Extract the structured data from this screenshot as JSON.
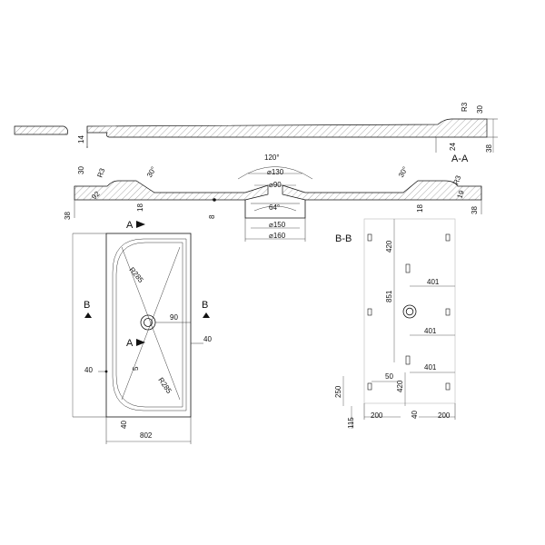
{
  "section_aa": {
    "label": "A-A",
    "dims": {
      "r3": "R3",
      "d30": "30",
      "d38": "38",
      "d24": "24",
      "d14": "14"
    }
  },
  "section_bb_profile": {
    "dims": {
      "d30": "30",
      "r3_left": "R3",
      "d92": "92",
      "ang30_left": "30°",
      "d18_left": "18",
      "d38_left": "38",
      "d8": "8",
      "ang120": "120°",
      "dia130": "⌀130",
      "dia90": "⌀90",
      "ang64": "64°",
      "dia150": "⌀150",
      "dia160": "⌀160",
      "ang30_right": "30°",
      "r3_right": "R3",
      "d18_right": "18",
      "d19": "19",
      "d38_right": "38"
    }
  },
  "plan_view": {
    "section_a": "A",
    "section_b": "B",
    "dims": {
      "r285_top": "R285",
      "r285_bottom": "R285",
      "d90": "90",
      "d40_right": "40",
      "d40_left": "40",
      "d5": "5",
      "d40_bottom": "40",
      "d802": "802"
    }
  },
  "section_bb": {
    "label": "B-B",
    "dims": {
      "d420_top": "420",
      "d401_a": "401",
      "d851": "851",
      "d401_b": "401",
      "d401_c": "401",
      "d50": "50",
      "d250": "250",
      "d420_bottom": "420",
      "d115": "115",
      "d200_left": "200",
      "d40": "40",
      "d200_right": "200"
    }
  }
}
